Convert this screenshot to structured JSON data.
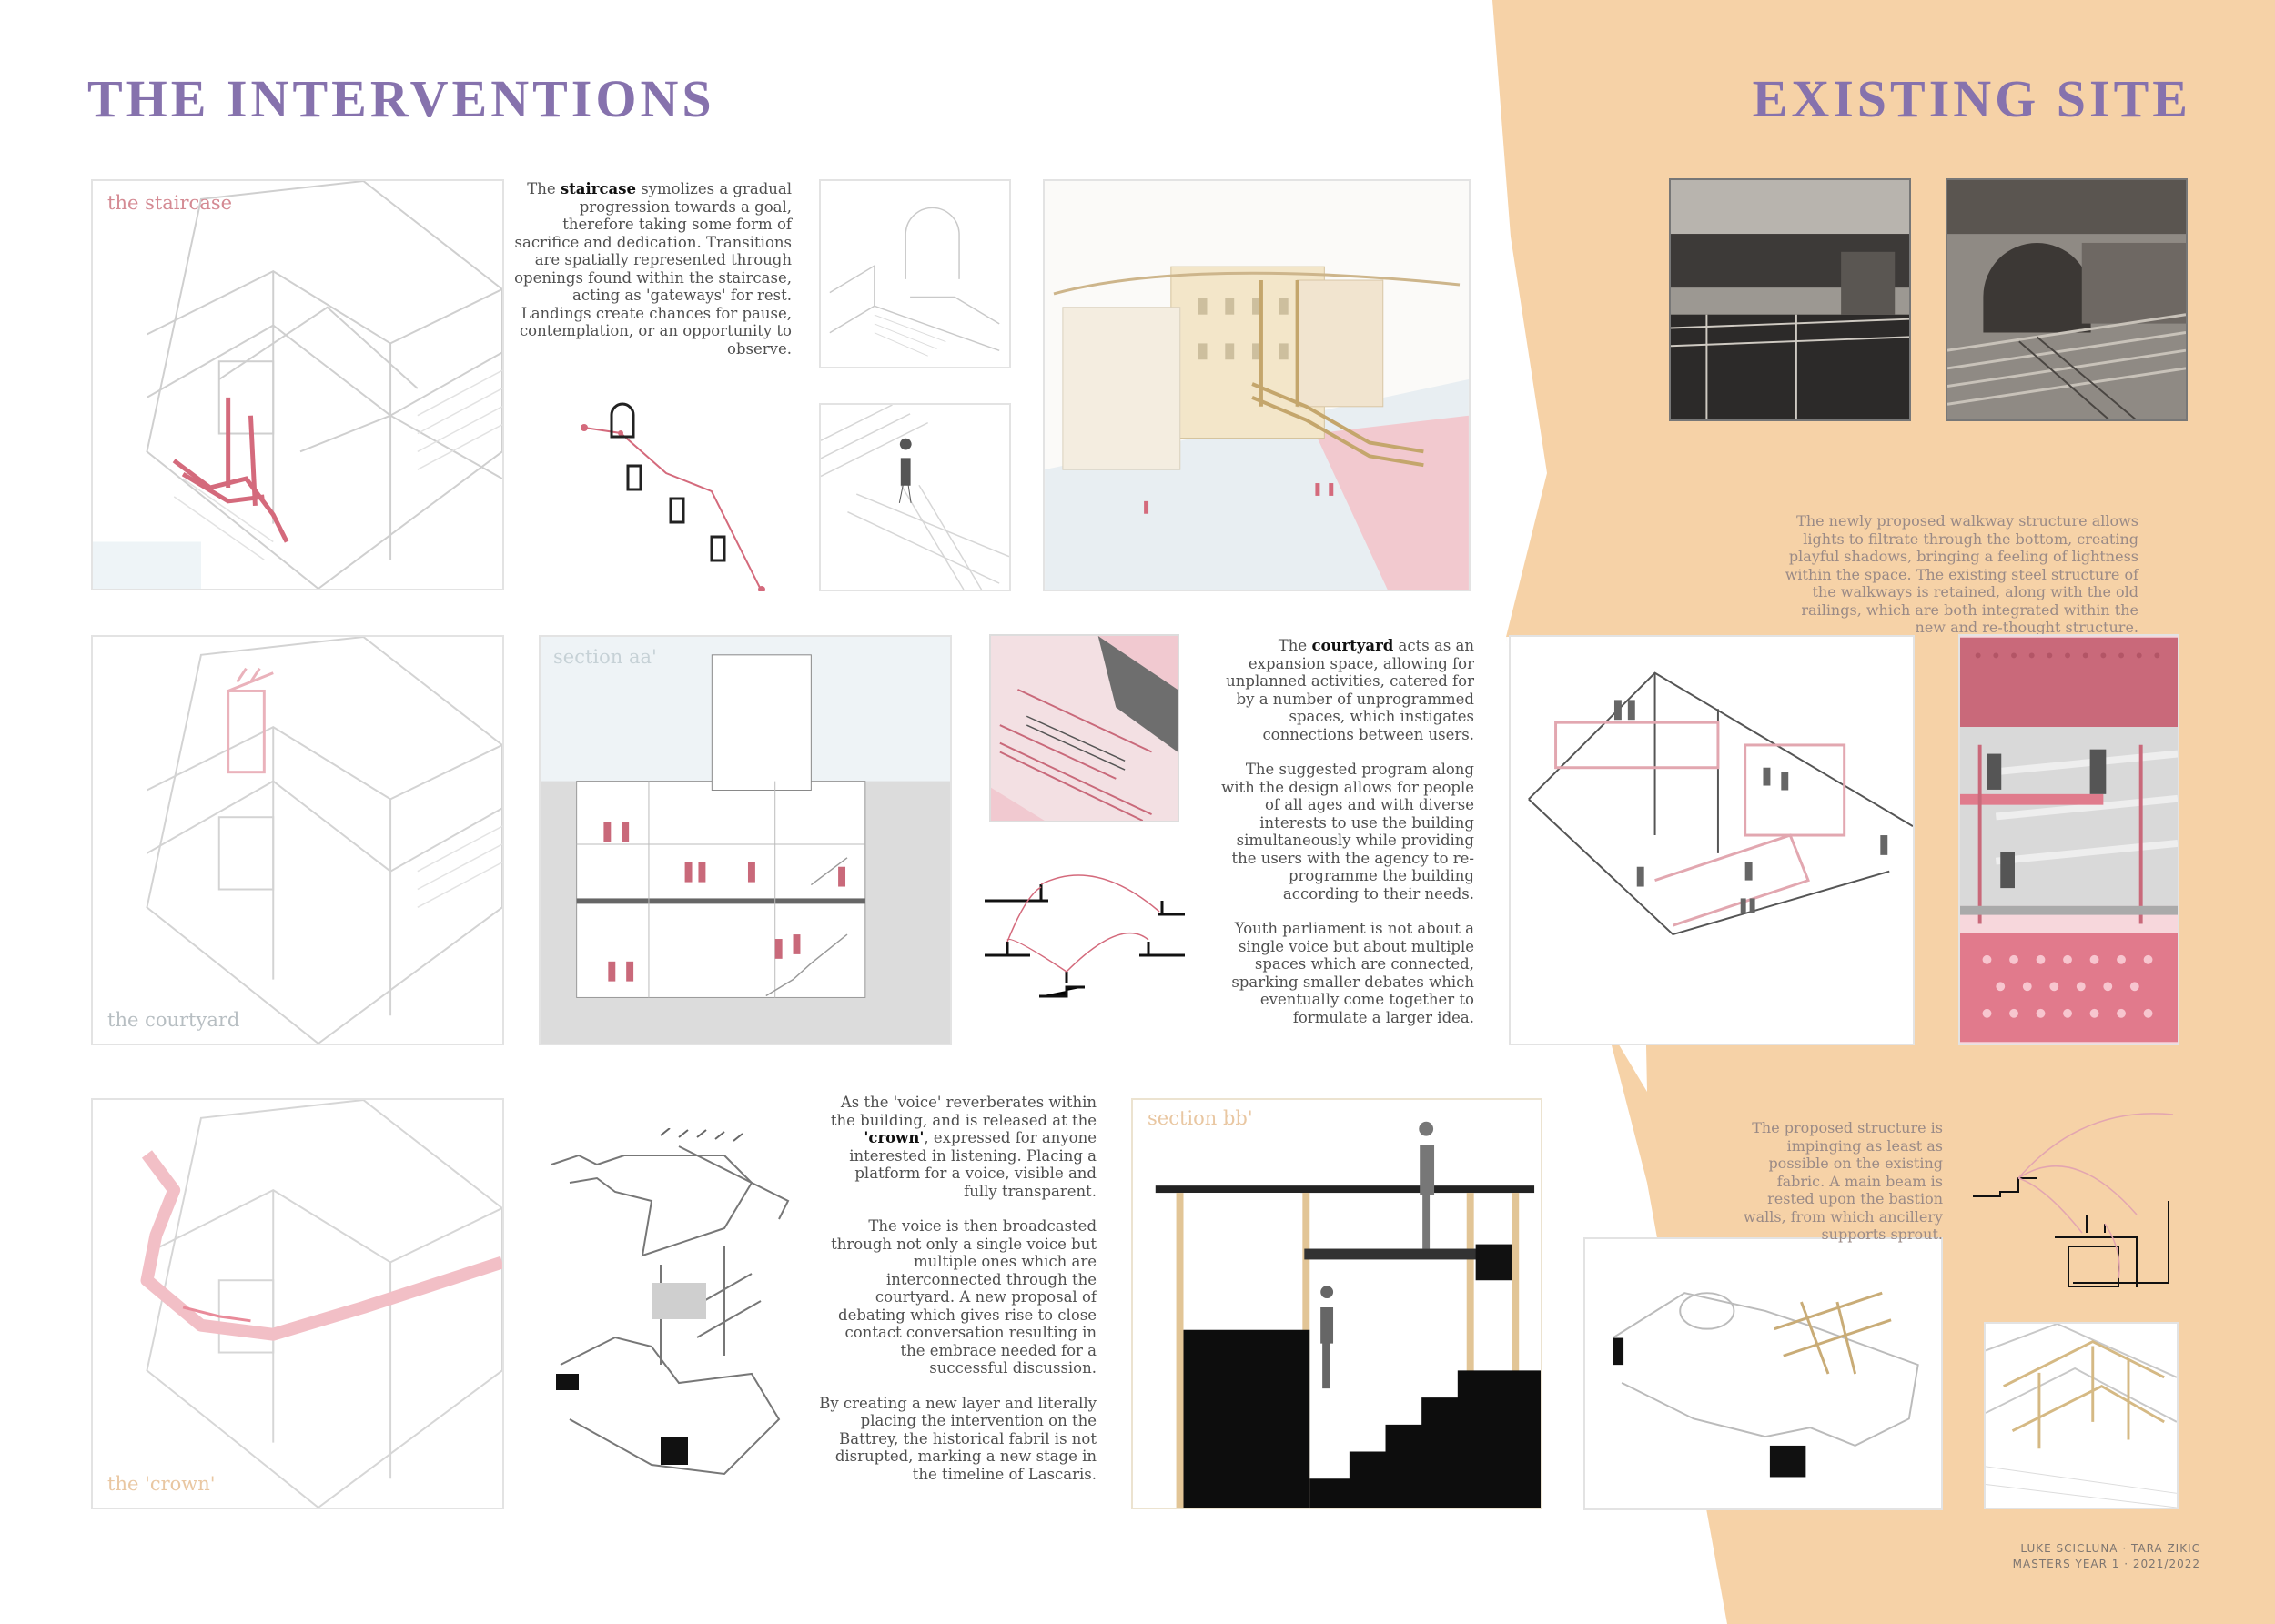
{
  "colors": {
    "accent_purple": "#8672ad",
    "peach": "#f6d2a7",
    "pink": "#d46a7c",
    "pink_light": "#eec3c9",
    "wood": "#dbc08d"
  },
  "left_title": "THE INTERVENTIONS",
  "right_title": "EXISTING SITE",
  "labels": {
    "staircase": "the staircase",
    "courtyard": "the courtyard",
    "crown": "the 'crown'",
    "section_aa": "section aa'",
    "section_bb": "section bb'"
  },
  "staircase_text": {
    "pre": "The ",
    "bold": "staircase",
    "post": " symolizes a gradual progression towards a goal, therefore taking some form of sacrifice and dedication. Transitions are spatially represented through openings found within the staircase, acting as 'gateways' for rest. Landings create chances for pause, contemplation, or an opportunity to observe."
  },
  "courtyard_text": {
    "p1_pre": "The ",
    "p1_bold": "courtyard",
    "p1_post": " acts as an expansion space, allowing for unplanned activities, catered for by a number of unprogrammed spaces, which instigates connections between users.",
    "p2": "The suggested program along with the design allows for people of all ages and with diverse interests to use the building simultaneously while providing the users with the agency to re-programme the building according to their needs.",
    "p3": "Youth parliament is not about a single voice but about multiple spaces which are connected, sparking smaller debates which eventually come together to formulate a larger idea."
  },
  "crown_text": {
    "p1_pre": "As the 'voice' reverberates within the building, and is released at the ",
    "p1_bold": "'crown'",
    "p1_post": ", expressed for anyone interested in listening. Placing a platform for a voice, visible and fully transparent.",
    "p2": "The voice is then broadcasted through not only a single voice but multiple ones which are interconnected through the courtyard. A new proposal of debating which gives rise to close contact conversation resulting in the embrace needed for a successful discussion.",
    "p3": "By creating a new layer and literally placing the intervention on the Battrey, the historical fabril is not disrupted, marking a new stage in the timeline of Lascaris."
  },
  "site_text_1": "The newly proposed walkway structure allows lights to filtrate through the bottom, creating playful shadows, bringing a feeling of lightness within the space. The existing steel structure of the walkways is retained, along with the old railings, which are both integrated within the new and re-thought structure.",
  "site_text_2": "The proposed structure is impinging as least as possible on the existing fabric. A main beam is rested upon the bastion walls, from which ancillery supports sprout.",
  "credits": {
    "line1": "LUKE SCICLUNA · TARA ZIKIC",
    "line2": "MASTERS YEAR 1 · 2021/2022"
  }
}
